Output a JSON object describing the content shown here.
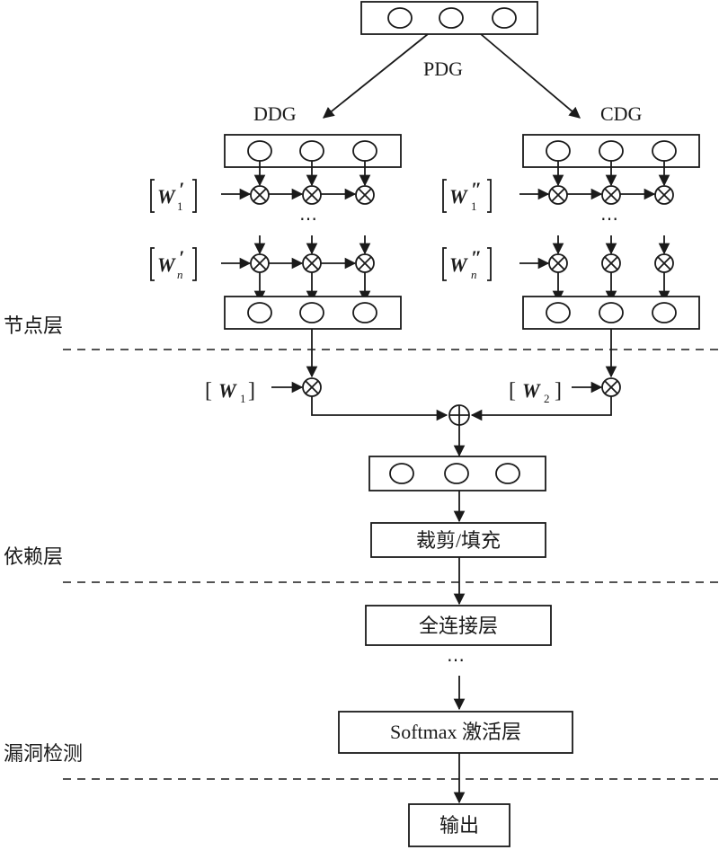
{
  "labels": {
    "pdg": "PDG",
    "ddg": "DDG",
    "cdg": "CDG",
    "ellipsis": "⋯"
  },
  "weights": {
    "w1_prime": {
      "symbol": "W",
      "mark": "′",
      "sub": "1"
    },
    "wn_prime": {
      "symbol": "W",
      "mark": "′",
      "sub": "n"
    },
    "w1_dprime": {
      "symbol": "W",
      "mark": "″",
      "sub": "1"
    },
    "wn_dprime": {
      "symbol": "W",
      "mark": "″",
      "sub": "n"
    },
    "w1": {
      "symbol": "W",
      "sub": "1"
    },
    "w2": {
      "symbol": "W",
      "sub": "2"
    }
  },
  "layers": {
    "node": "节点层",
    "dependency": "依赖层",
    "vuln_detect": "漏洞检测"
  },
  "blocks": {
    "crop_pad": "裁剪/填充",
    "fully_connected": "全连接层",
    "softmax": "Softmax 激活层",
    "output": "输出"
  }
}
